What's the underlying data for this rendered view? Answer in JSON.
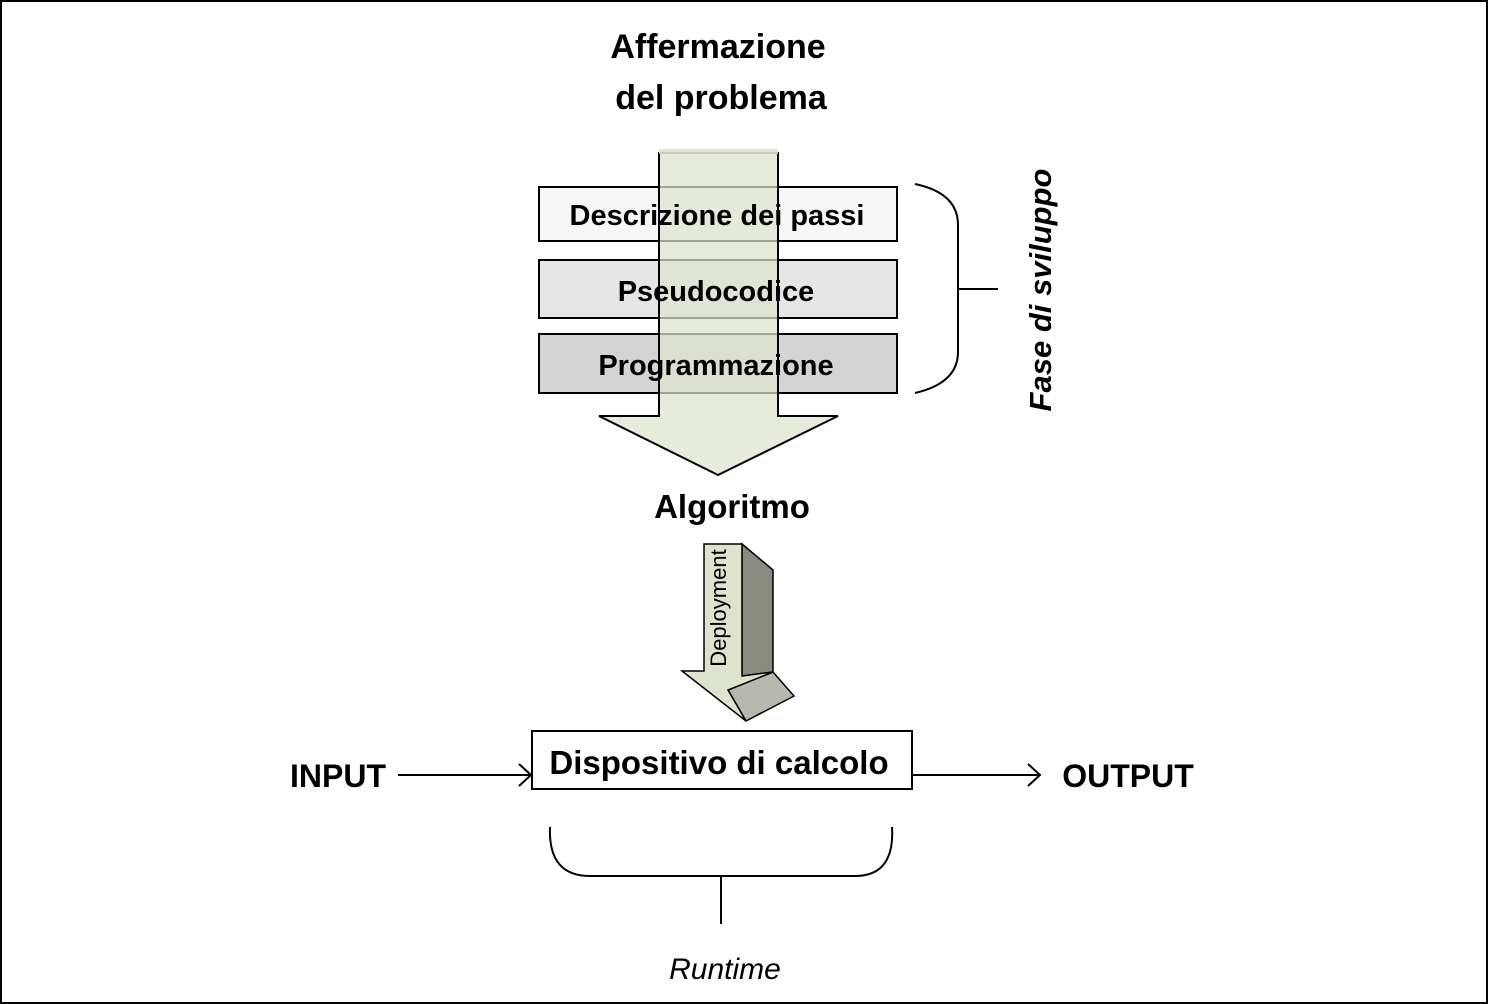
{
  "title": {
    "line1": "Affermazione",
    "line2": "del problema"
  },
  "steps": [
    {
      "label": "Descrizione dei passi",
      "fill": "#f7f7f7"
    },
    {
      "label": "Pseudocodice",
      "fill": "#e6e6e6"
    },
    {
      "label": "Programmazione",
      "fill": "#d4d4d4"
    }
  ],
  "phase_label": "Fase di sviluppo",
  "algorithm_label": "Algoritmo",
  "deployment_label": "Deployment",
  "device_label": "Dispositivo di calcolo",
  "input_label": "INPUT",
  "output_label": "OUTPUT",
  "runtime_label": "Runtime",
  "colors": {
    "arrow_fill": "#dde3cd",
    "deploy_front": "#dee3cd",
    "deploy_side": "#8a8b80",
    "deploy_bottom": "#b8b9ad",
    "stroke": "#000000"
  }
}
